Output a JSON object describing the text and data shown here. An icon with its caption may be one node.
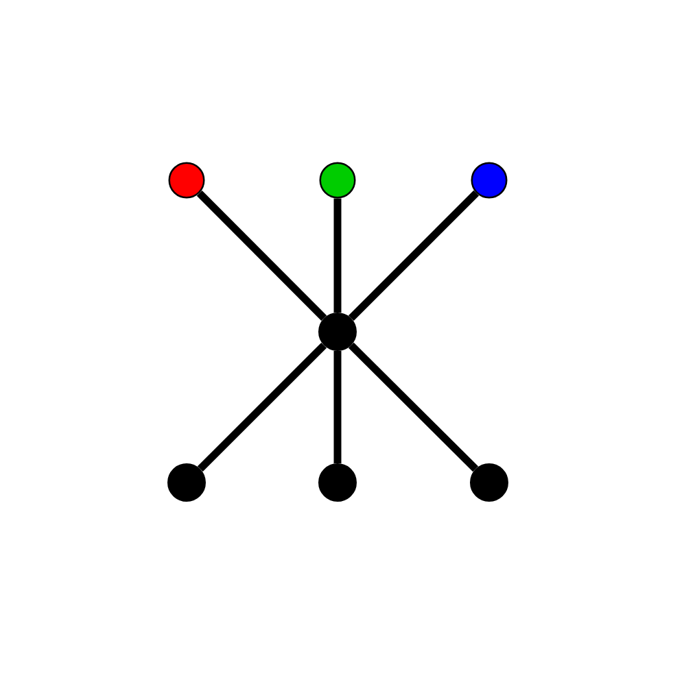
{
  "diagram": {
    "nodes": [
      {
        "text": [],
        "shape": "circle"
      },
      {
        "text": [],
        "shape": "circle"
      },
      {
        "text": [],
        "shape": "circle"
      },
      {
        "text": [],
        "shape": "circle"
      },
      {
        "text": [],
        "shape": "circle"
      },
      {
        "text": [],
        "shape": "circle"
      },
      {
        "text": [],
        "shape": "circle"
      }
    ],
    "edges": [
      {
        "from": 0,
        "to": 3,
        "arrow": "none"
      },
      {
        "from": 1,
        "to": 3,
        "arrow": "none"
      },
      {
        "from": 2,
        "to": 3,
        "arrow": "none"
      },
      {
        "from": 3,
        "to": 4,
        "arrow": "none"
      },
      {
        "from": 3,
        "to": 5,
        "arrow": "none"
      },
      {
        "from": 3,
        "to": 6,
        "arrow": "none"
      }
    ]
  }
}
